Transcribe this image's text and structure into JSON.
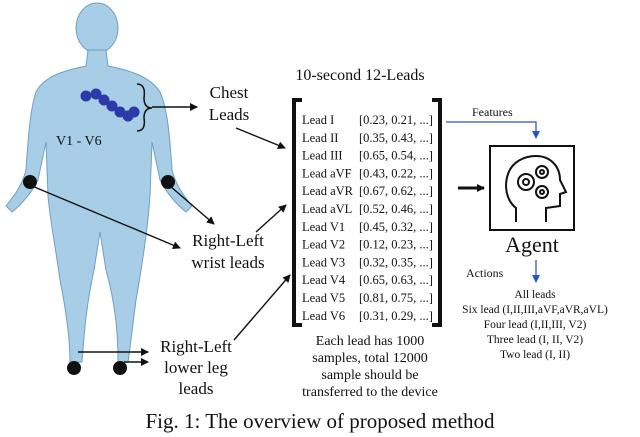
{
  "body_labels": {
    "v_range": "V1 - V6",
    "chest": [
      "Chest",
      "Leads"
    ],
    "wrist": [
      "Right-Left",
      "wrist leads"
    ],
    "leg": [
      "Right-Left",
      "lower leg",
      "leads"
    ]
  },
  "matrix": {
    "title": "10-second 12-Leads",
    "rows": [
      {
        "lead": "Lead I",
        "values": "[0.23, 0.21, ...]"
      },
      {
        "lead": "Lead II",
        "values": "[0.35, 0.43, ...]"
      },
      {
        "lead": "Lead III",
        "values": "[0.65, 0.54, ...]"
      },
      {
        "lead": "Lead aVF",
        "values": "[0.43, 0.22, ...]"
      },
      {
        "lead": "Lead aVR",
        "values": "[0.67, 0.62, ...]"
      },
      {
        "lead": "Lead aVL",
        "values": "[0.52, 0.46, ...]"
      },
      {
        "lead": "Lead V1",
        "values": "[0.45, 0.32, ...]"
      },
      {
        "lead": "Lead V2",
        "values": "[0.12, 0.23, ...]"
      },
      {
        "lead": "Lead V3",
        "values": "[0.32, 0.35, ...]"
      },
      {
        "lead": "Lead V4",
        "values": "[0.65, 0.63, ...]"
      },
      {
        "lead": "Lead V5",
        "values": "[0.81, 0.75, ...]"
      },
      {
        "lead": "Lead V6",
        "values": "[0.31, 0.29, ...]"
      }
    ],
    "note": [
      "Each lead has 1000",
      "samples, total 12000",
      "sample should be",
      "transferred to the device"
    ]
  },
  "features_label": "Features",
  "agent": {
    "label": "Agent",
    "actions_label": "Actions",
    "actions": [
      "All leads",
      "Six lead (I,II,III,aVF,aVR,aVL)",
      "Four lead (I,II,III, V2)",
      "Three lead (I, II, V2)",
      "Two lead (I, II)"
    ]
  },
  "caption": "Fig. 1: The overview of proposed method",
  "colors": {
    "skin": "#a8cde6",
    "electrode_chest": "#2b3aa8",
    "electrode_limb": "#111111",
    "arrow_blue": "#2e56b8"
  }
}
